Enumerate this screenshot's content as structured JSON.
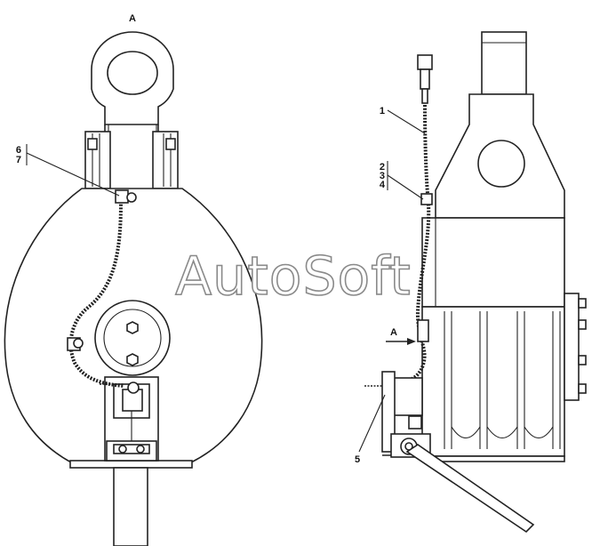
{
  "drawing": {
    "view_label": "A",
    "arrow_label": "A",
    "watermark": "AutoSoft",
    "callouts": {
      "c1": "1",
      "c2": "2",
      "c3": "3",
      "c4": "4",
      "c5": "5",
      "c6": "6",
      "c7": "7"
    }
  }
}
